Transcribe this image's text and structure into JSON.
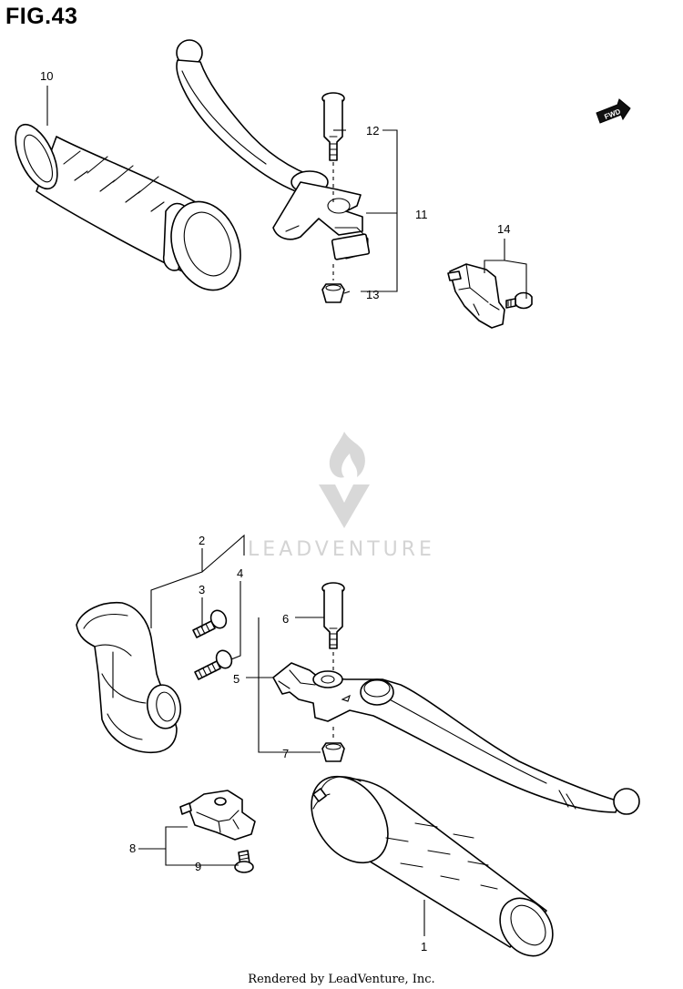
{
  "figure": {
    "title": "FIG.43"
  },
  "direction_badge": {
    "label": "FWD"
  },
  "watermark": {
    "text": "LEADVENTURE"
  },
  "callouts": {
    "c1": "1",
    "c2": "2",
    "c3": "3",
    "c4": "4",
    "c5": "5",
    "c6": "6",
    "c7": "7",
    "c8": "8",
    "c9": "9",
    "c10": "10",
    "c11": "11",
    "c12": "12",
    "c13": "13",
    "c14": "14"
  },
  "footer": {
    "text": "Rendered by LeadVenture, Inc."
  }
}
